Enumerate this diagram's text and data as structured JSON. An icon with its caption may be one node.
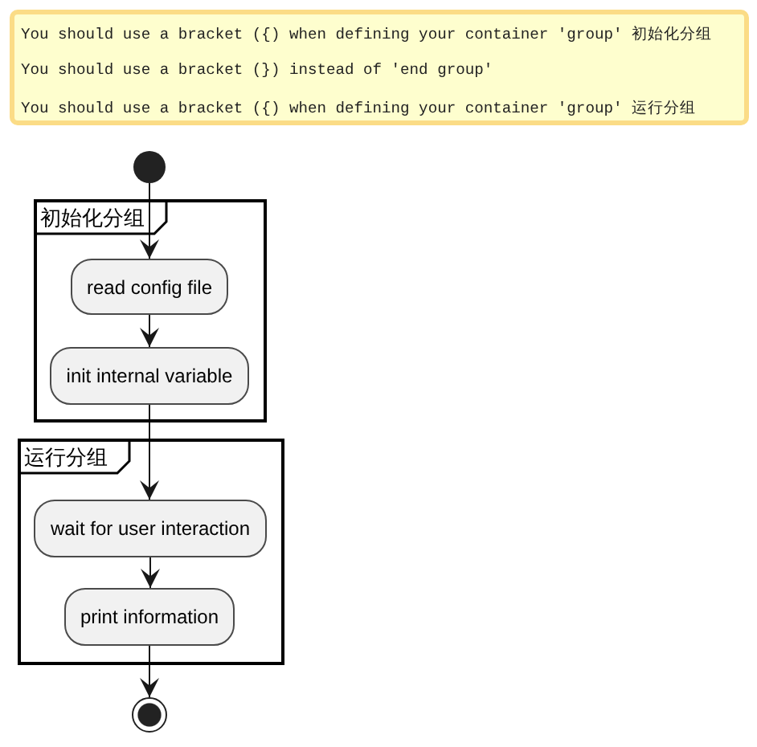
{
  "diagram": {
    "nodes": [
      {
        "text": [
          "You should use a bracket ({) when defining your container 'group' 初始化分组",
          "You should use a bracket (}) instead of 'end group'",
          "You should use a bracket ({) when defining your container 'group' 运行分组"
        ]
      },
      {
        "text": [],
        "shape": "circle"
      },
      {
        "text": [
          "初始化分组"
        ]
      },
      {
        "text": [
          "read config file"
        ],
        "in": 2
      },
      {
        "text": [
          "init internal variable"
        ],
        "in": 2
      },
      {
        "text": [
          "运行分组"
        ]
      },
      {
        "text": [
          "wait for user interaction"
        ],
        "in": 5
      },
      {
        "text": [
          "print information"
        ],
        "in": 5
      },
      {
        "text": [],
        "shape": "circle"
      }
    ],
    "edges": [
      {
        "from": 1,
        "to": 3,
        "arrow": "to"
      },
      {
        "from": 3,
        "to": 4,
        "arrow": "to"
      },
      {
        "from": 4,
        "to": 6,
        "arrow": "to"
      },
      {
        "from": 6,
        "to": 7,
        "arrow": "to"
      },
      {
        "from": 7,
        "to": 8,
        "arrow": "to"
      }
    ]
  }
}
